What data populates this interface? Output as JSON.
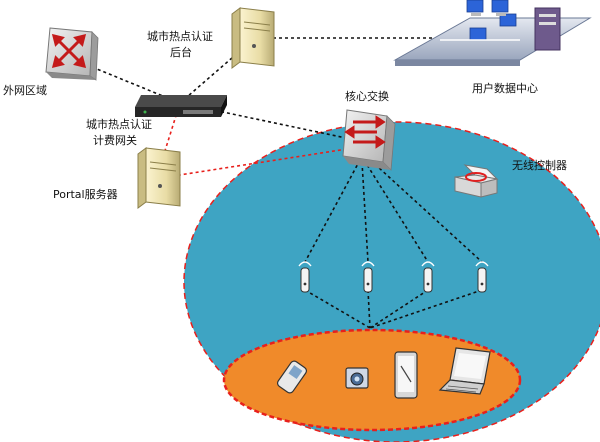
{
  "labels": {
    "external_zone": "外网区域",
    "hotspot_backend_line1": "城市热点认证",
    "hotspot_backend_line2": "后台",
    "user_data_center": "用户数据中心",
    "billing_gateway_line1": "城市热点认证",
    "billing_gateway_line2": "计费网关",
    "core_switch": "核心交换",
    "portal_server": "Portal服务器",
    "wireless_controller": "无线控制器"
  },
  "colors": {
    "wireless_zone": "#3ea4c3",
    "client_zone": "#f08a2a",
    "dashed_zone_border": "#e8201c",
    "black_link": "#111111",
    "red_link": "#e8201c",
    "router_box": "#cfcfcf",
    "router_arrow": "#c41a1a"
  },
  "icons": {
    "external_router": "router-icon",
    "hotspot_backend": "server-icon",
    "billing_gateway": "gateway-appliance-icon",
    "portal_server": "server-icon",
    "core_switch": "switch-icon",
    "wireless_controller": "wireless-controller-icon",
    "data_center": "data-center-network-icon",
    "access_points": "access-point-icon",
    "clients": [
      "mobile-phone-icon",
      "camera-icon",
      "tablet-icon",
      "laptop-icon"
    ]
  }
}
